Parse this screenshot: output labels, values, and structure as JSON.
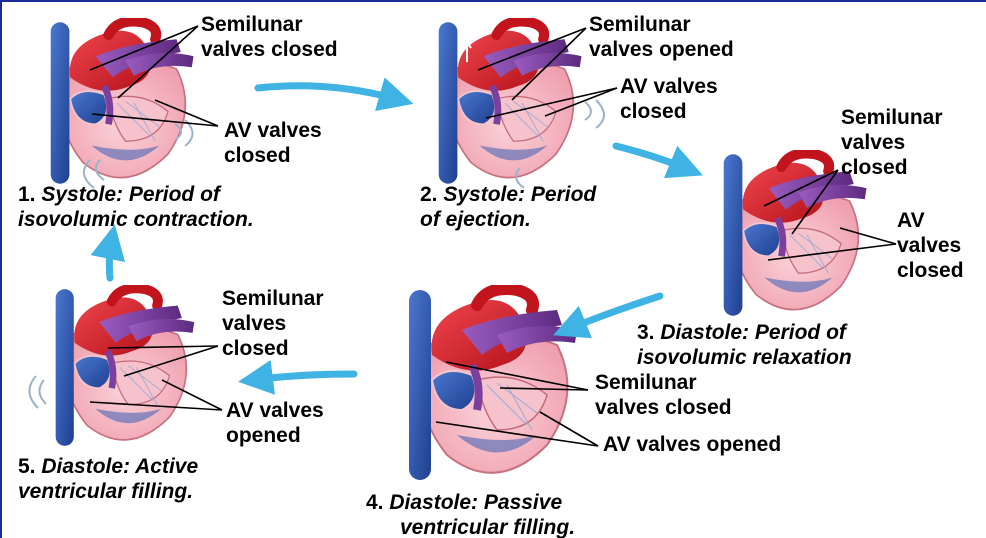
{
  "stages": [
    {
      "number": "1.",
      "caption_lines": [
        "Systole: Period of",
        "isovolumic contraction."
      ],
      "labels": {
        "semilunar": [
          "Semilunar",
          "valves closed"
        ],
        "av": [
          "AV valves",
          "closed"
        ]
      }
    },
    {
      "number": "2.",
      "caption_lines": [
        "Systole: Period",
        "of ejection."
      ],
      "labels": {
        "semilunar": [
          "Semilunar",
          "valves opened"
        ],
        "av": [
          "AV valves",
          "closed"
        ]
      }
    },
    {
      "number": "3.",
      "caption_lines": [
        "Diastole: Period of",
        "isovolumic relaxation"
      ],
      "labels": {
        "semilunar": [
          "Semilunar",
          "valves",
          "closed"
        ],
        "av": [
          "AV",
          "valves",
          "closed"
        ]
      }
    },
    {
      "number": "4.",
      "caption_lines": [
        "Diastole: Passive",
        "ventricular filling."
      ],
      "labels": {
        "semilunar": [
          "Semilunar",
          "valves closed"
        ],
        "av": [
          "AV valves opened"
        ]
      }
    },
    {
      "number": "5.",
      "caption_lines": [
        "Diastole: Active",
        "ventricular filling."
      ],
      "labels": {
        "semilunar": [
          "Semilunar",
          "valves",
          "closed"
        ],
        "av": [
          "AV valves",
          "opened"
        ]
      }
    }
  ],
  "colors": {
    "frame": "#1a2a9a",
    "arrow": "#3fb3e3",
    "vein_blue": "#2d57b3",
    "artery_red": "#d6262f",
    "pulmonary_purple": "#7b3f9e",
    "muscle_pink": "#f3b6c0"
  }
}
